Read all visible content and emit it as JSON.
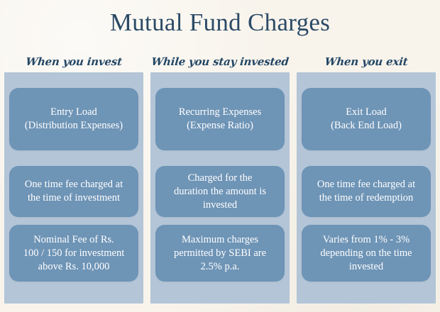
{
  "page": {
    "title": "Mutual Fund Charges",
    "background_color": "#f8f4ec",
    "title_color": "#2b4a66",
    "panel_color": "#b3c5d7",
    "card_color": "#6e94b6",
    "card_text_color": "#ffffff"
  },
  "columns": [
    {
      "header": "When you invest",
      "cards": [
        {
          "text": "Entry Load\n(Distribution Expenses)"
        },
        {
          "text": "One time fee charged at\nthe time of investment"
        },
        {
          "text": "Nominal Fee of Rs.\n100 / 150 for investment\nabove Rs. 10,000"
        }
      ]
    },
    {
      "header": "While you stay invested",
      "cards": [
        {
          "text": "Recurring Expenses\n(Expense Ratio)"
        },
        {
          "text": "Charged for the\nduration the amount is\ninvested"
        },
        {
          "text": "Maximum charges\npermitted by SEBI are\n2.5% p.a."
        }
      ]
    },
    {
      "header": "When you exit",
      "cards": [
        {
          "text": "Exit Load\n(Back End Load)"
        },
        {
          "text": "One time fee charged at\nthe time of redemption"
        },
        {
          "text": "Varies from 1% - 3%\ndepending on the time\ninvested"
        }
      ]
    }
  ]
}
